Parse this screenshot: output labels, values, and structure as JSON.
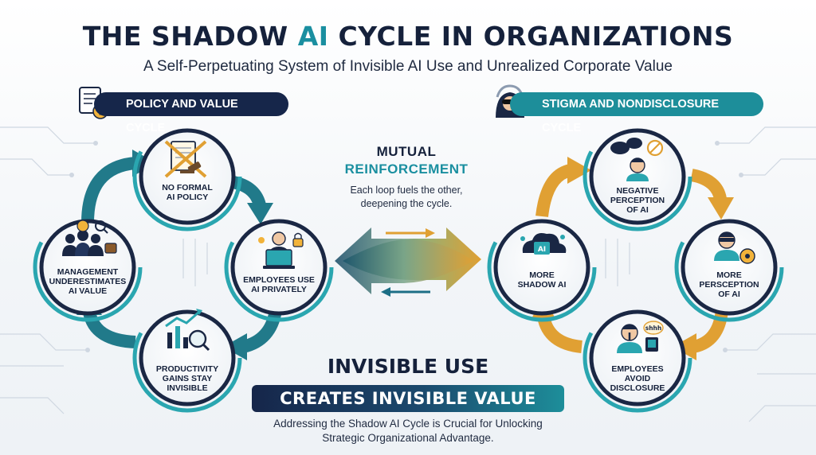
{
  "header": {
    "title_part1": "THE SHADOW ",
    "title_accent": "AI",
    "title_part2": " CYCLE IN ORGANIZATIONS",
    "subtitle": "A Self-Perpetuating System of Invisible AI Use and Unrealized Corporate Value"
  },
  "left_cycle": {
    "label": "POLICY AND VALUE CYCLE",
    "nodes": [
      {
        "line1": "NO FORMAL",
        "line2": "AI POLICY",
        "line3": "",
        "icon": "document-gavel-icon"
      },
      {
        "line1": "EMPLOYEES USE",
        "line2": "AI PRIVATELY",
        "line3": "",
        "icon": "employee-laptop-icon"
      },
      {
        "line1": "PRODUCTIVITY",
        "line2": "GAINS STAY",
        "line3": "INVISIBLE",
        "icon": "chart-magnifier-icon"
      },
      {
        "line1": "MANAGEMENT",
        "line2": "UNDERESTIMATES",
        "line3": "AI VALUE",
        "icon": "management-team-icon"
      }
    ]
  },
  "right_cycle": {
    "label": "STIGMA AND NONDISCLOSURE CYCLE",
    "nodes": [
      {
        "line1": "NEGATIVE",
        "line2": "PERCEPTION",
        "line3": "OF AI",
        "icon": "worried-person-icon"
      },
      {
        "line1": "MORE",
        "line2": "PERSCEPTION",
        "line3": "OF AI",
        "icon": "masked-person-icon"
      },
      {
        "line1": "EMPLOYEES",
        "line2": "AVOID",
        "line3": "DISCLOSURE",
        "icon": "shushing-person-icon"
      },
      {
        "line1": "MORE",
        "line2": "SHADOW AI",
        "line3": "",
        "icon": "ai-cloud-icon"
      }
    ],
    "speech_bubble": "shhh"
  },
  "center": {
    "title_line1": "MUTUAL",
    "title_line2": "REINFORCEMENT",
    "desc_line1": "Each loop fuels the other,",
    "desc_line2": "deepening the cycle."
  },
  "bottom": {
    "line1": "INVISIBLE USE",
    "line2": "CREATES INVISIBLE VALUE",
    "desc_line1": "Addressing the Shadow AI Cycle is Crucial for Unlocking",
    "desc_line2": "Strategic Organizational Advantage."
  },
  "icon_text": {
    "ai_chip": "AI"
  },
  "colors": {
    "navy": "#15213b",
    "teal": "#1a8fa0",
    "gold": "#e0a033",
    "ring_teal": "#2aa6b0",
    "circle_border": "#1a2744"
  }
}
